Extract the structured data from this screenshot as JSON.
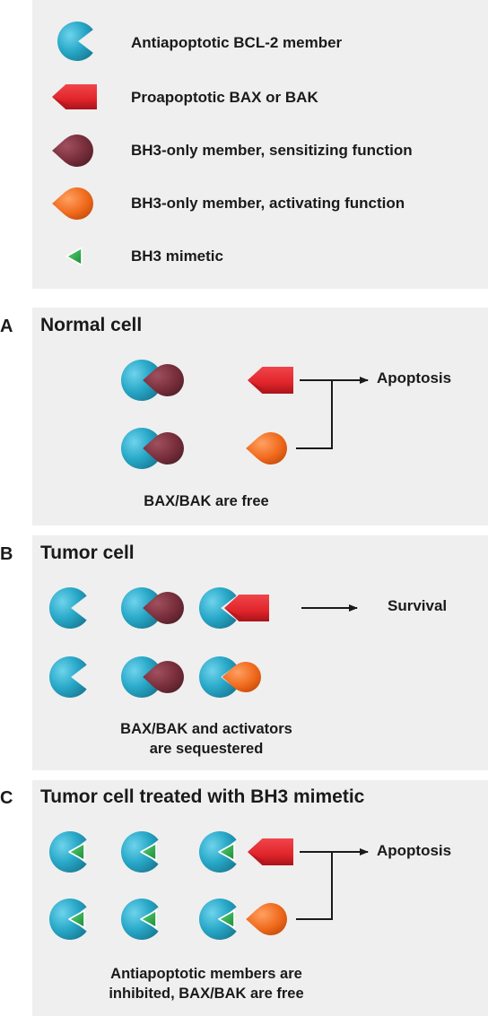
{
  "legend": {
    "antiapoptotic": "Antiapoptotic BCL-2 member",
    "proapoptotic": "Proapoptotic BAX or BAK",
    "sensitizer": "BH3-only member, sensitizing function",
    "activator": "BH3-only member, activating function",
    "mimetic": "BH3 mimetic"
  },
  "panelA": {
    "letter": "A",
    "title": "Normal cell",
    "outcome": "Apoptosis",
    "caption": "BAX/BAK are free"
  },
  "panelB": {
    "letter": "B",
    "title": "Tumor cell",
    "outcome": "Survival",
    "caption_line1": "BAX/BAK and activators",
    "caption_line2": "are sequestered"
  },
  "panelC": {
    "letter": "C",
    "title": "Tumor cell treated with BH3 mimetic",
    "outcome": "Apoptosis",
    "caption_line1": "Antiapoptotic members are",
    "caption_line2": "inhibited, BAX/BAK are free"
  },
  "colors": {
    "antiapoptotic": "#29a9c9",
    "proapoptotic": "#e0252b",
    "sensitizer": "#7a2f3c",
    "activator": "#f06a1c",
    "mimetic": "#28a745",
    "panel_bg": "#efefef"
  }
}
